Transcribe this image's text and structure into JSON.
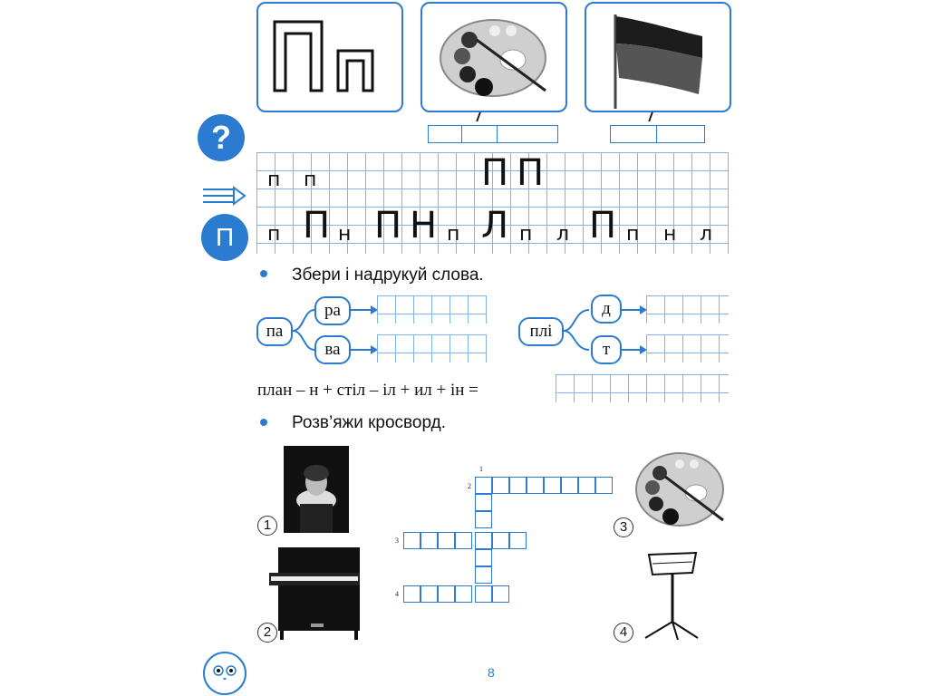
{
  "header_cards": {
    "letter_big": "П",
    "letter_small": "п",
    "palette_alt": "palette-picture",
    "flag_alt": "flag-picture"
  },
  "icons": {
    "question_icon": "?",
    "pencil_icon": "pencil-icon",
    "letter_badge": "П"
  },
  "handwriting": {
    "row1": [
      "п",
      "п",
      "П",
      "П"
    ],
    "row2": [
      "п",
      "П",
      "н",
      "П",
      "Н",
      "п",
      "Л",
      "п",
      "л",
      "П",
      "п",
      "н",
      "л"
    ]
  },
  "task1": {
    "instruction": "Збери і надрукуй слова.",
    "left_root": "па",
    "left_branches": [
      "ра",
      "ва"
    ],
    "right_root": "плі",
    "right_branches": [
      "д",
      "т"
    ]
  },
  "equation": {
    "text": "план – н + стіл – іл + ил + ін ="
  },
  "task2": {
    "instruction": "Розв’яжи кросворд.",
    "crossword_numbers": [
      "1",
      "2",
      "3",
      "4"
    ],
    "picture_numbers": [
      "1",
      "2",
      "3",
      "4"
    ],
    "pictures": [
      "portrait-picture",
      "piano-picture",
      "palette-picture",
      "music-stand-picture"
    ]
  },
  "footer": {
    "page_number": "8",
    "mascot": "owl-face-icon"
  },
  "colors": {
    "accent": "#2b7bd0",
    "grid": "#7fb3ea"
  }
}
